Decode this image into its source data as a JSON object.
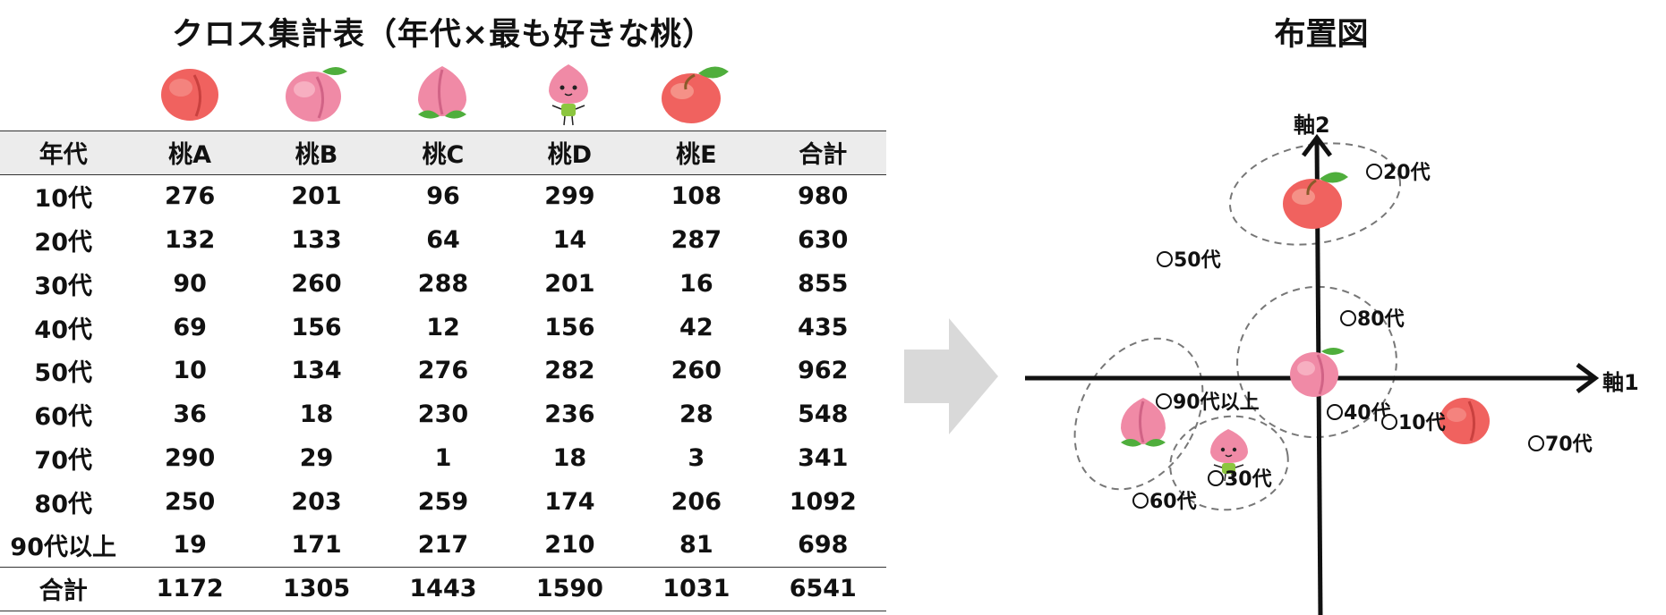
{
  "table": {
    "title": "クロス集計表（年代×最も好きな桃）",
    "headers": [
      "年代",
      "桃A",
      "桃B",
      "桃C",
      "桃D",
      "桃E",
      "合計"
    ],
    "rows": [
      [
        "10代",
        "276",
        "201",
        "96",
        "299",
        "108",
        "980"
      ],
      [
        "20代",
        "132",
        "133",
        "64",
        "14",
        "287",
        "630"
      ],
      [
        "30代",
        "90",
        "260",
        "288",
        "201",
        "16",
        "855"
      ],
      [
        "40代",
        "69",
        "156",
        "12",
        "156",
        "42",
        "435"
      ],
      [
        "50代",
        "10",
        "134",
        "276",
        "282",
        "260",
        "962"
      ],
      [
        "60代",
        "36",
        "18",
        "230",
        "236",
        "28",
        "548"
      ],
      [
        "70代",
        "290",
        "29",
        "1",
        "18",
        "3",
        "341"
      ],
      [
        "80代",
        "250",
        "203",
        "259",
        "174",
        "206",
        "1092"
      ],
      [
        "90代以上",
        "19",
        "171",
        "217",
        "210",
        "81",
        "698"
      ]
    ],
    "totals": [
      "合計",
      "1172",
      "1305",
      "1443",
      "1590",
      "1031",
      "6541"
    ],
    "peach_icons": [
      "peach-a-icon",
      "peach-b-icon",
      "peach-c-icon",
      "peach-d-icon",
      "peach-e-icon"
    ]
  },
  "map": {
    "title": "布置図",
    "axis1_label": "軸1",
    "axis2_label": "軸2",
    "age_labels": [
      "20代",
      "50代",
      "80代",
      "90代以上",
      "40代",
      "10代",
      "70代",
      "30代",
      "60代"
    ],
    "colors": {
      "peach_red": "#f0625f",
      "peach_pink": "#f08aa6",
      "leaf_green": "#4fae3c",
      "arrow_gray": "#d9d9d9",
      "axis": "#111111",
      "ellipse": "#777777"
    }
  }
}
